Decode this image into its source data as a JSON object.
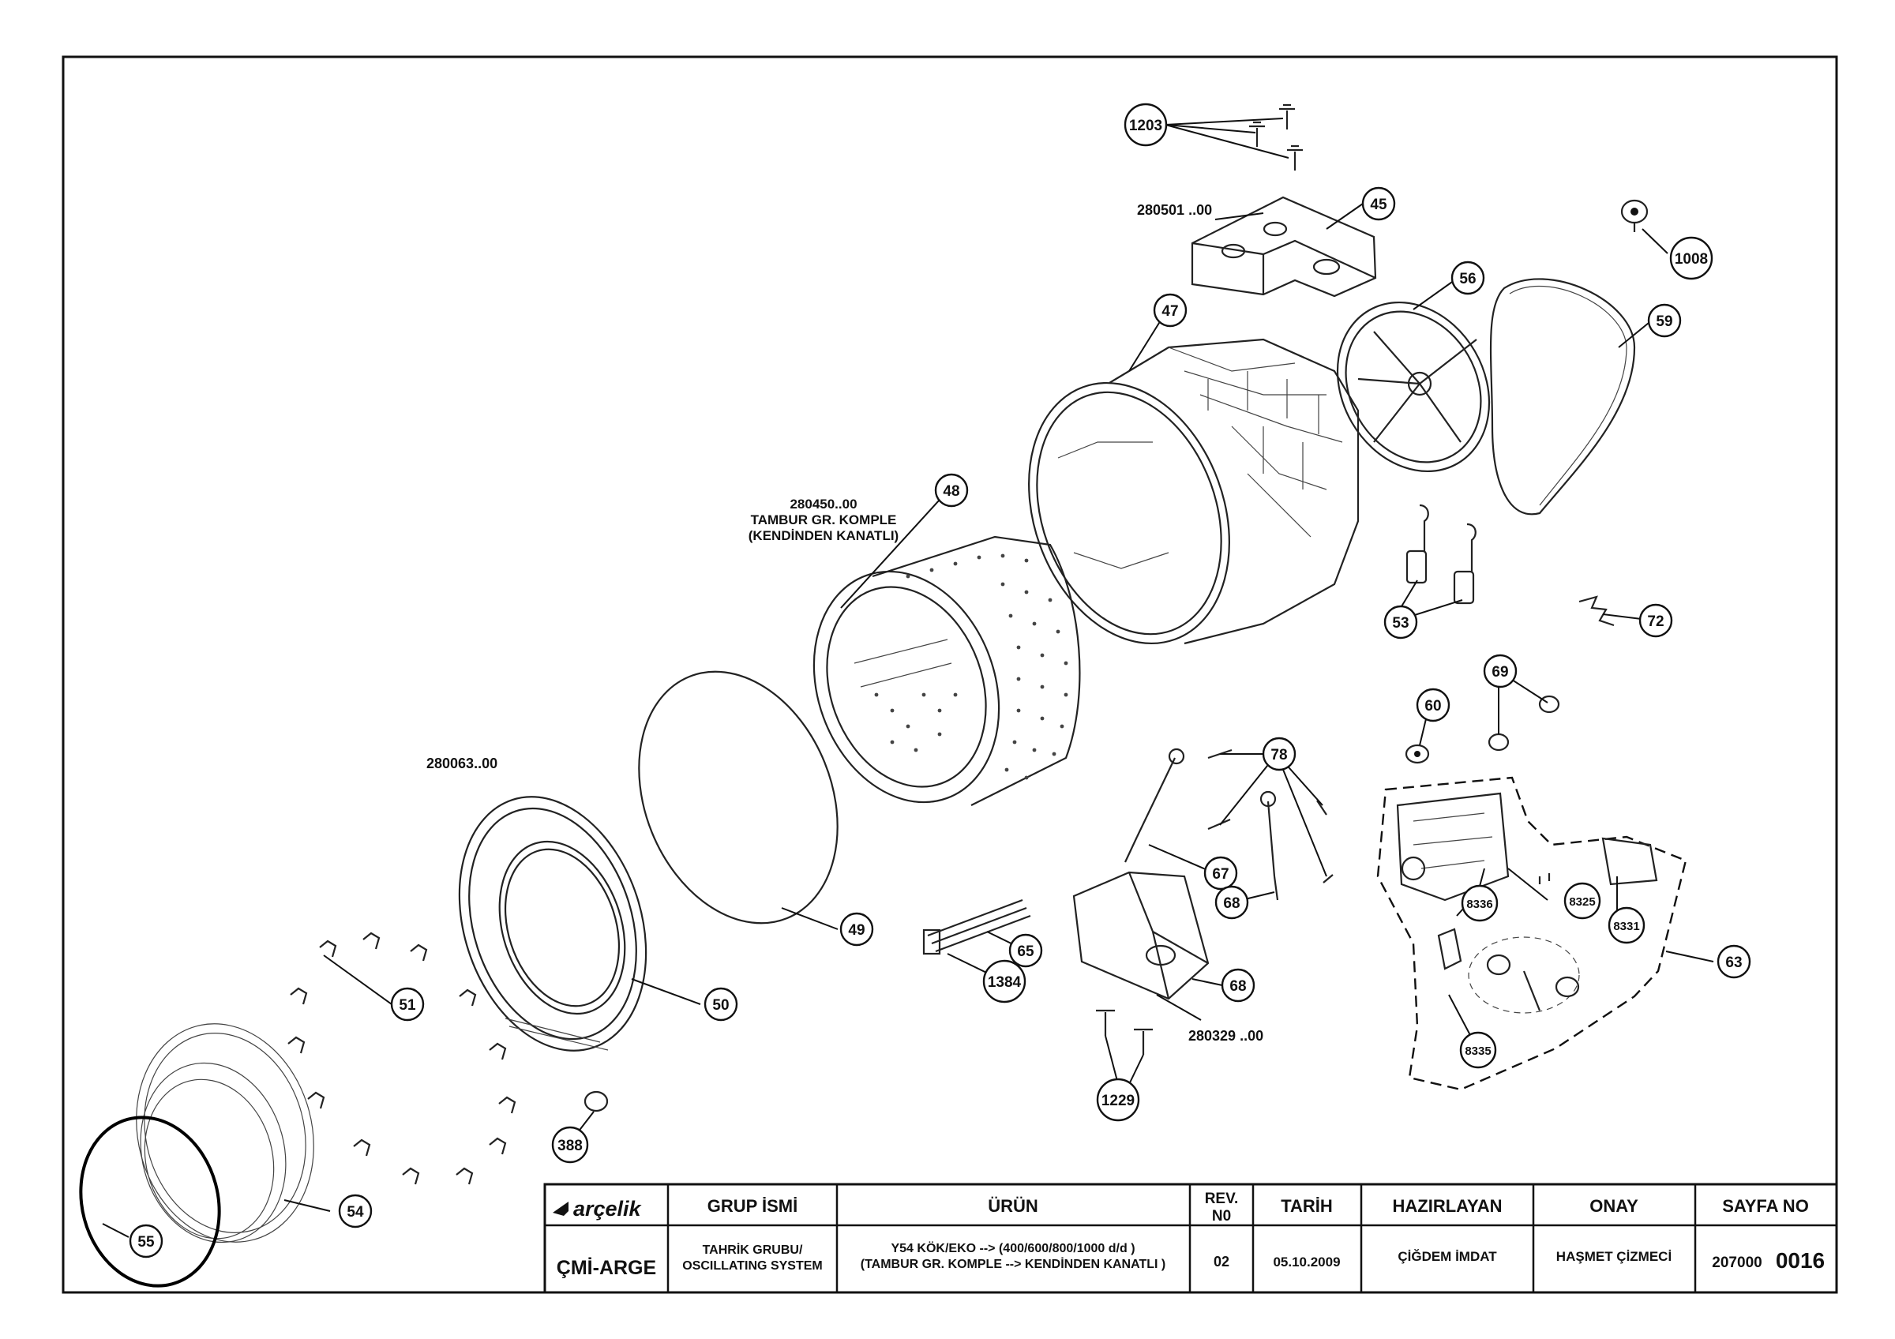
{
  "part_numbers": {
    "p1203": "1203",
    "p45": "45",
    "p1008": "1008",
    "p56": "56",
    "p59": "59",
    "p47": "47",
    "p48": "48",
    "p53": "53",
    "p72": "72",
    "p69": "69",
    "p60": "60",
    "p78": "78",
    "p67": "67",
    "p68a": "68",
    "p68b": "68",
    "p65": "65",
    "p1384": "1384",
    "p49": "49",
    "p50": "50",
    "p51": "51",
    "p388": "388",
    "p54": "54",
    "p55": "55",
    "p1229": "1229",
    "p63": "63",
    "p8336": "8336",
    "p8325": "8325",
    "p8331": "8331",
    "p8335": "8335"
  },
  "labels": {
    "code_280501": "280501 ..00",
    "code_280450": "280450..00",
    "tambur_line1": "TAMBUR GR. KOMPLE",
    "tambur_line2": "(KENDİNDEN KANATLI)",
    "code_280063": "280063..00",
    "code_280329": "280329 ..00"
  },
  "title_block": {
    "brand": "arçelik",
    "group_header": "GRUP İSMİ",
    "product_header": "ÜRÜN",
    "rev_header_line1": "REV.",
    "rev_header_line2": "N0",
    "date_header": "TARİH",
    "prepared_header": "HAZIRLAYAN",
    "approved_header": "ONAY",
    "page_header": "SAYFA NO",
    "department": "ÇMİ-ARGE",
    "group_line1": "TAHRİK GRUBU/",
    "group_line2": "OSCILLATING SYSTEM",
    "product_line1": "Y54 KÖK/EKO --> (400/600/800/1000 d/d )",
    "product_line2": "(TAMBUR GR. KOMPLE --> KENDİNDEN KANATLI )",
    "rev": "02",
    "date": "05.10.2009",
    "prepared_by": "ÇİĞDEM İMDAT",
    "approved_by": "HAŞMET ÇİZMECİ",
    "page_prefix": "207000",
    "page_suffix": "0016"
  }
}
